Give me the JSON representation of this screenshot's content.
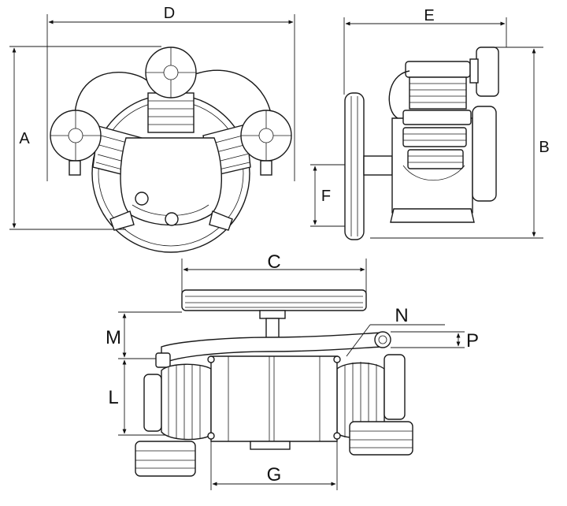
{
  "labels": {
    "A": "A",
    "B": "B",
    "C": "C",
    "D": "D",
    "E": "E",
    "F": "F",
    "G": "G",
    "L": "L",
    "M": "M",
    "N": "N",
    "P": "P"
  }
}
